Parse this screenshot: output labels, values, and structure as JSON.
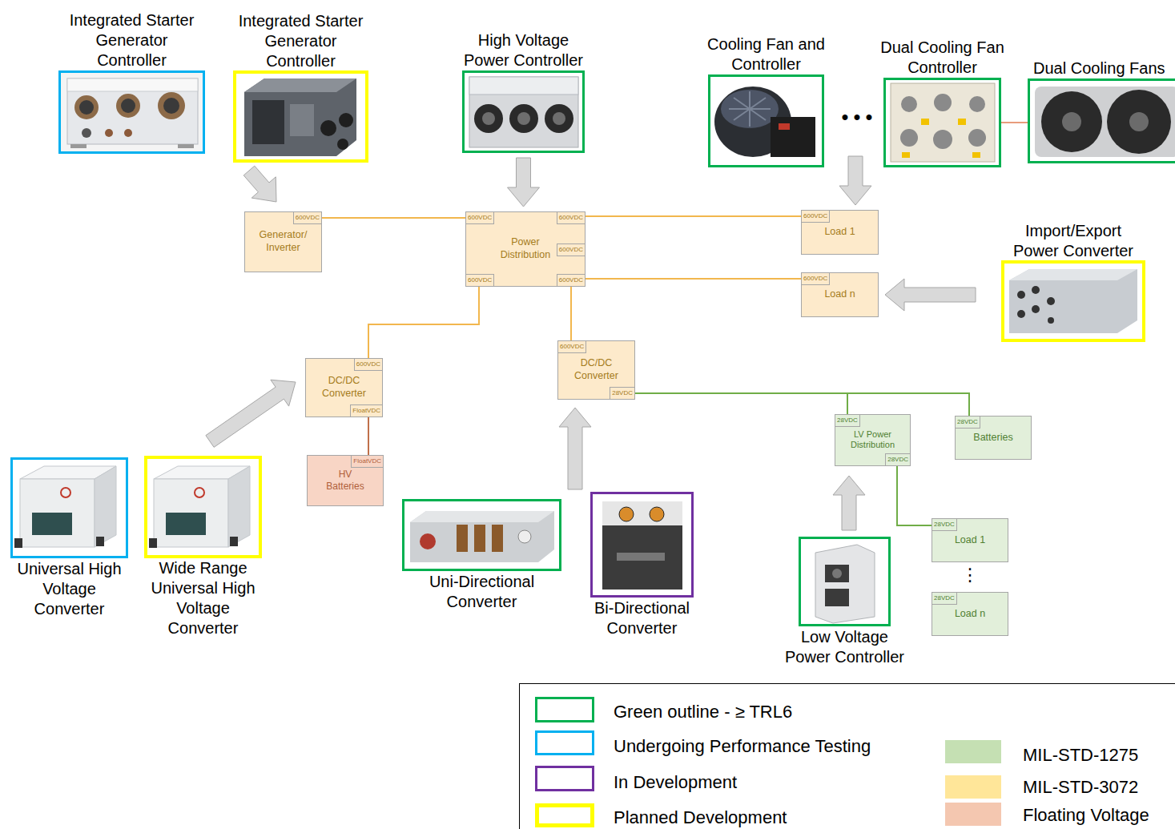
{
  "diagram": {
    "nodes": [
      {
        "text": [
          "Integrated Starter Generator Controller"
        ]
      },
      {
        "text": [
          "Integrated Starter Generator Controller"
        ]
      },
      {
        "text": [
          "High Voltage Power Controller"
        ]
      },
      {
        "text": [
          "Cooling Fan and Controller"
        ]
      },
      {
        "text": [
          "Dual Cooling Fan Controller"
        ]
      },
      {
        "text": [
          "Dual Cooling Fans"
        ]
      },
      {
        "text": [
          "600VDC",
          "Generator/ Inverter"
        ]
      },
      {
        "text": [
          "600VDC",
          "600VDC",
          "600VDC",
          "600VDC",
          "600VDC",
          "Power Distribution"
        ]
      },
      {
        "text": [
          "600VDC",
          "Load 1"
        ]
      },
      {
        "text": [
          "Import/Export Power Converter"
        ]
      },
      {
        "text": [
          "600VDC",
          "Load n"
        ]
      },
      {
        "text": [
          "600VDC",
          "FloatVDC",
          "DC/DC Converter"
        ]
      },
      {
        "text": [
          "600VDC",
          "28VDC",
          "DC/DC Converter"
        ]
      },
      {
        "text": [
          "FloatVDC",
          "HV Batteries"
        ]
      },
      {
        "text": [
          "28VDC",
          "28VDC",
          "LV Power Distribution"
        ]
      },
      {
        "text": [
          "28VDC",
          "Batteries"
        ]
      },
      {
        "text": [
          "Universal High Voltage Converter"
        ]
      },
      {
        "text": [
          "Wide Range Universal High Voltage Converter"
        ]
      },
      {
        "text": [
          "Uni-Directional Converter"
        ]
      },
      {
        "text": [
          "Bi-Directional Converter"
        ]
      },
      {
        "text": [
          "28VDC",
          "Load 1"
        ]
      },
      {
        "text": [
          "28VDC",
          "Load n"
        ]
      },
      {
        "text": [
          "Low Voltage Power Controller"
        ]
      }
    ],
    "edges": [
      {
        "from": 1,
        "to": 6,
        "arrow": "to"
      },
      {
        "from": 2,
        "to": 7,
        "arrow": "to"
      },
      {
        "from": 4,
        "to": 8,
        "arrow": "to"
      },
      {
        "from": 9,
        "to": 10,
        "arrow": "to"
      },
      {
        "from": 17,
        "to": 11,
        "arrow": "to"
      },
      {
        "from": 18,
        "to": 12,
        "arrow": "to"
      },
      {
        "from": 22,
        "to": 14,
        "arrow": "to"
      },
      {
        "from": 4,
        "to": 5,
        "arrow": "none"
      },
      {
        "from": 6,
        "to": 7,
        "arrow": "none"
      },
      {
        "from": 7,
        "to": 8,
        "arrow": "none"
      },
      {
        "from": 7,
        "to": 10,
        "arrow": "none"
      },
      {
        "from": 7,
        "to": 11,
        "arrow": "none"
      },
      {
        "from": 7,
        "to": 12,
        "arrow": "none"
      },
      {
        "from": 11,
        "to": 13,
        "arrow": "none"
      },
      {
        "from": 12,
        "to": 14,
        "arrow": "none"
      },
      {
        "from": 12,
        "to": 15,
        "arrow": "none"
      },
      {
        "from": 14,
        "to": 20,
        "arrow": "none"
      }
    ],
    "labels": [
      "• • •",
      "⋮"
    ],
    "legend": [
      {
        "text": "Green outline - ≥ TRL6"
      },
      {
        "text": "Undergoing Performance Testing"
      },
      {
        "text": "In Development"
      },
      {
        "text": "Planned  Development"
      },
      {
        "text": "MIL-STD-1275",
        "color": "#c5e0b3"
      },
      {
        "text": "MIL-STD-3072",
        "color": "#ffe699"
      },
      {
        "text": "Floating Voltage",
        "color": "#f4c7b0"
      }
    ]
  }
}
